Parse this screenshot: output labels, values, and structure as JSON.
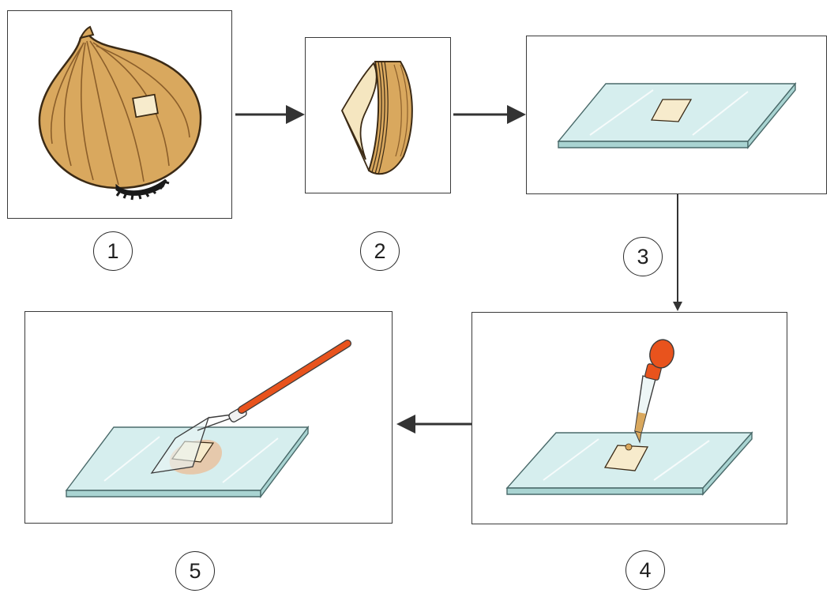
{
  "diagram": {
    "steps": [
      {
        "number": "1",
        "depicts": "onion-with-peeled-square"
      },
      {
        "number": "2",
        "depicts": "onion-scale-layers"
      },
      {
        "number": "3",
        "depicts": "epidermis-on-glass-slide"
      },
      {
        "number": "4",
        "depicts": "dropper-adding-drop"
      },
      {
        "number": "5",
        "depicts": "forceps-placing-cover-slip"
      }
    ]
  },
  "colors": {
    "onion": "#d9a85e",
    "onion_stroke": "#3b2a15",
    "glass": "#d6eeee",
    "glass_edge": "#a9d4d2",
    "tissue": "#f7ebcc",
    "dropper_bulb": "#e8531d",
    "forceps_handle": "#e8531d",
    "stain": "#e9c2a0",
    "frame": "#3a3a3a"
  }
}
